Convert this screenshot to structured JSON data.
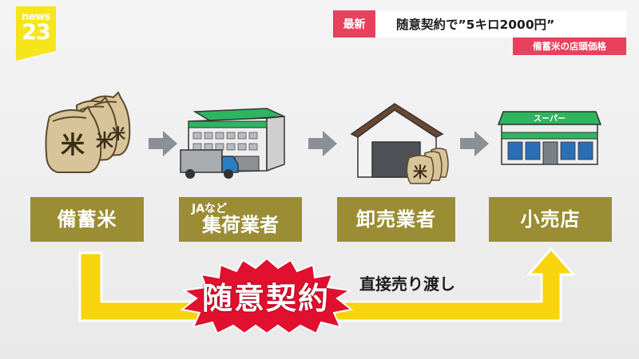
{
  "logo": {
    "line1": "news",
    "line2": "23"
  },
  "caption": {
    "badge": "最新",
    "headline": "随意契約で”5キロ2000円”",
    "subhead": "備蓄米の店頭価格"
  },
  "illustrations": {
    "rice_bag_char": "米",
    "supermarket_sign": "スーパー"
  },
  "stages": [
    {
      "label": "備蓄米"
    },
    {
      "label_small": "JAなど",
      "label": "集荷業者"
    },
    {
      "label": "卸売業者"
    },
    {
      "label": "小売店"
    }
  ],
  "flow": {
    "highlight": "随意契約",
    "direct_label": "直接売り渡し"
  },
  "colors": {
    "label_bg": "#9a8d34",
    "accent_red": "#e8405d",
    "burst_red": "#e0102e",
    "flow_yellow": "#f7d40c",
    "logo_yellow": "#f6e51a"
  }
}
